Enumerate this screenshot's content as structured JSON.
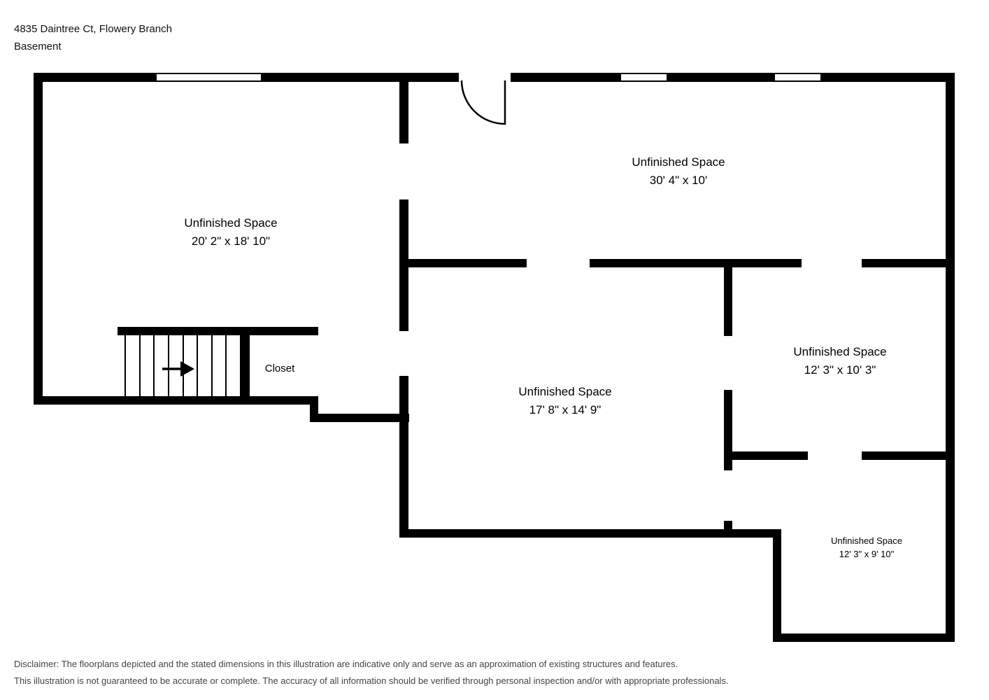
{
  "header": {
    "address": "4835 Daintree Ct, Flowery Branch",
    "floor": "Basement"
  },
  "rooms": [
    {
      "name": "Unfinished Space",
      "dims": "20' 2\" x 18' 10\""
    },
    {
      "name": "Unfinished Space",
      "dims": "30' 4\" x 10'"
    },
    {
      "name": "Unfinished Space",
      "dims": "17' 8\" x 14' 9\""
    },
    {
      "name": "Unfinished Space",
      "dims": "12' 3\" x 10' 3\""
    },
    {
      "name": "Unfinished Space",
      "dims": "12' 3\" x 9' 10\""
    }
  ],
  "labels": {
    "closet": "Closet"
  },
  "disclaimer": {
    "line1": "Disclaimer: The floorplans depicted and the stated dimensions in this illustration are indicative only and serve as an approximation of existing structures and features.",
    "line2": "This illustration is not guaranteed to be accurate or complete. The accuracy of all information should be verified through personal inspection and/or with appropriate professionals."
  },
  "colors": {
    "wall": "#000000",
    "background": "#ffffff"
  }
}
